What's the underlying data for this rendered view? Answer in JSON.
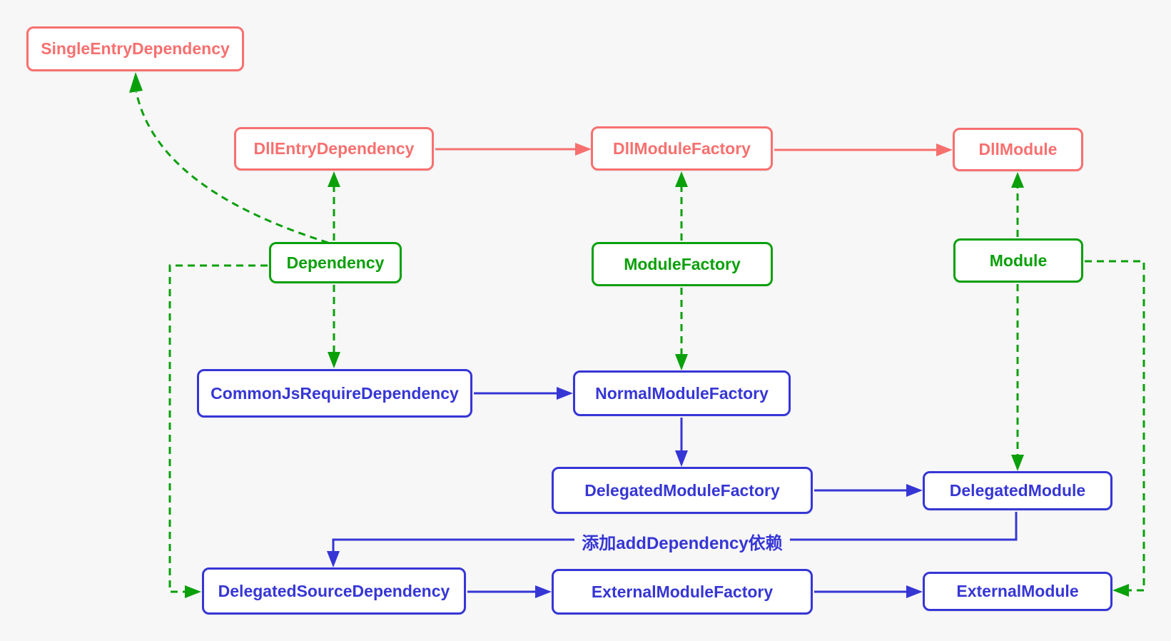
{
  "diagram": {
    "nodes": [
      {
        "id": "SingleEntryDependency",
        "label": "SingleEntryDependency",
        "tier": "red"
      },
      {
        "id": "DllEntryDependency",
        "label": "DllEntryDependency",
        "tier": "red"
      },
      {
        "id": "DllModuleFactory",
        "label": "DllModuleFactory",
        "tier": "red"
      },
      {
        "id": "DllModule",
        "label": "DllModule",
        "tier": "red"
      },
      {
        "id": "Dependency",
        "label": "Dependency",
        "tier": "green"
      },
      {
        "id": "ModuleFactory",
        "label": "ModuleFactory",
        "tier": "green"
      },
      {
        "id": "Module",
        "label": "Module",
        "tier": "green"
      },
      {
        "id": "CommonJsRequireDependency",
        "label": "CommonJsRequireDependency",
        "tier": "blue"
      },
      {
        "id": "NormalModuleFactory",
        "label": "NormalModuleFactory",
        "tier": "blue"
      },
      {
        "id": "DelegatedModuleFactory",
        "label": "DelegatedModuleFactory",
        "tier": "blue"
      },
      {
        "id": "DelegatedModule",
        "label": "DelegatedModule",
        "tier": "blue"
      },
      {
        "id": "DelegatedSourceDependency",
        "label": "DelegatedSourceDependency",
        "tier": "blue"
      },
      {
        "id": "ExternalModuleFactory",
        "label": "ExternalModuleFactory",
        "tier": "blue"
      },
      {
        "id": "ExternalModule",
        "label": "ExternalModule",
        "tier": "blue"
      }
    ],
    "edge_label": "添加addDependency依赖",
    "colors": {
      "red": "#f7706f",
      "green": "#0aa00a",
      "blue": "#3636d5",
      "background": "#f7f7f8",
      "node_fill": "#ffffff"
    }
  }
}
